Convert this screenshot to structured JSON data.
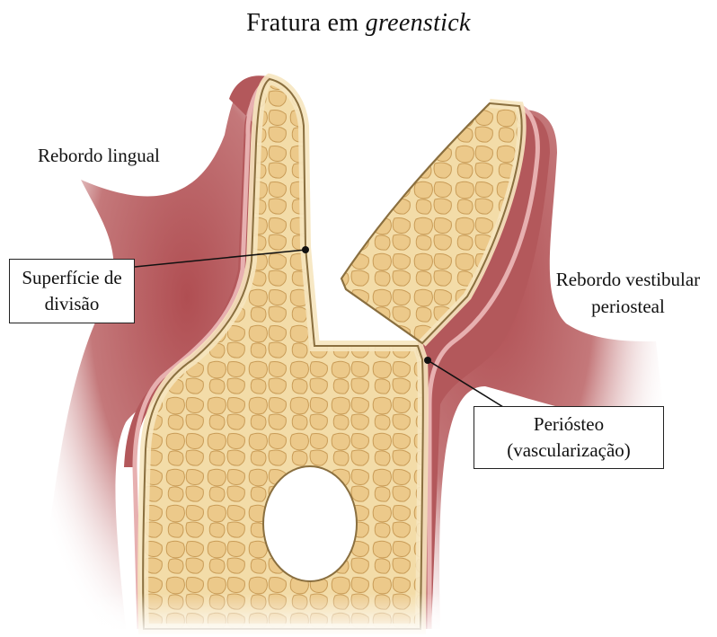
{
  "title": {
    "text": "Fratura em ",
    "italic": "greenstick"
  },
  "labels": {
    "lingual": "Rebordo lingual",
    "vestibular_line1": "Rebordo vestibular",
    "vestibular_line2": "periosteal"
  },
  "boxes": {
    "split_line1": "Superfície de",
    "split_line2": "divisão",
    "periosteum_line1": "Periósteo",
    "periosteum_line2": "(vascularização)"
  },
  "colors": {
    "gum": "#b75a5d",
    "gum_light": "#e7b4b0",
    "bone": "#f4dfae",
    "bone_cell": "#e9c882",
    "bone_cell_edge": "#c99c57",
    "outline": "#8a6f3f"
  }
}
